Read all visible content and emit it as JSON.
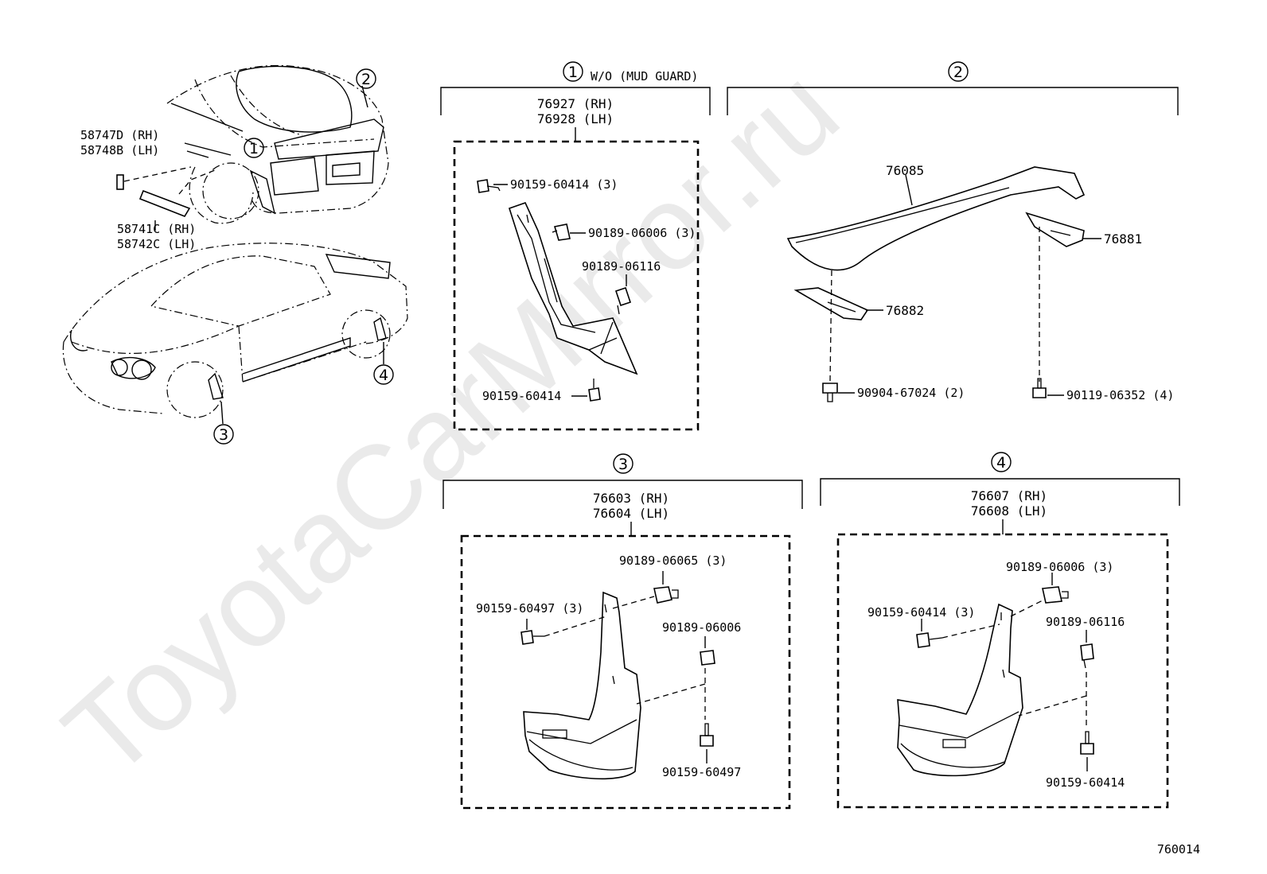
{
  "watermark": "ToyotaCarMirror.ru",
  "diagram_code": "760014",
  "overview": {
    "callouts": [
      "1",
      "2",
      "3",
      "4"
    ],
    "parts": {
      "side_emblem": [
        "58747D (RH)",
        "58748B (LH)"
      ],
      "rocker_molding": [
        "58741C (RH)",
        "58742C (LH)"
      ]
    }
  },
  "section1": {
    "number": "1",
    "title": "W/O (MUD GUARD)",
    "part_main": [
      "76927 (RH)",
      "76928 (LH)"
    ],
    "screw_top": "90159-60414 (3)",
    "clip_a": "90189-06006 (3)",
    "clip_b": "90189-06116",
    "screw_bottom": "90159-60414"
  },
  "section2": {
    "number": "2",
    "spoiler": "76085",
    "bracket_rh": "76881",
    "bracket_lh": "76882",
    "nut": "90904-67024 (2)",
    "bolt": "90119-06352 (4)"
  },
  "section3": {
    "number": "3",
    "part_main": [
      "76603 (RH)",
      "76604 (LH)"
    ],
    "clip_top": "90189-06065 (3)",
    "screw_left": "90159-60497 (3)",
    "clip_right": "90189-06006",
    "screw_bottom": "90159-60497"
  },
  "section4": {
    "number": "4",
    "part_main": [
      "76607 (RH)",
      "76608 (LH)"
    ],
    "clip_top": "90189-06006 (3)",
    "screw_left": "90159-60414 (3)",
    "clip_right": "90189-06116",
    "screw_bottom": "90159-60414"
  }
}
